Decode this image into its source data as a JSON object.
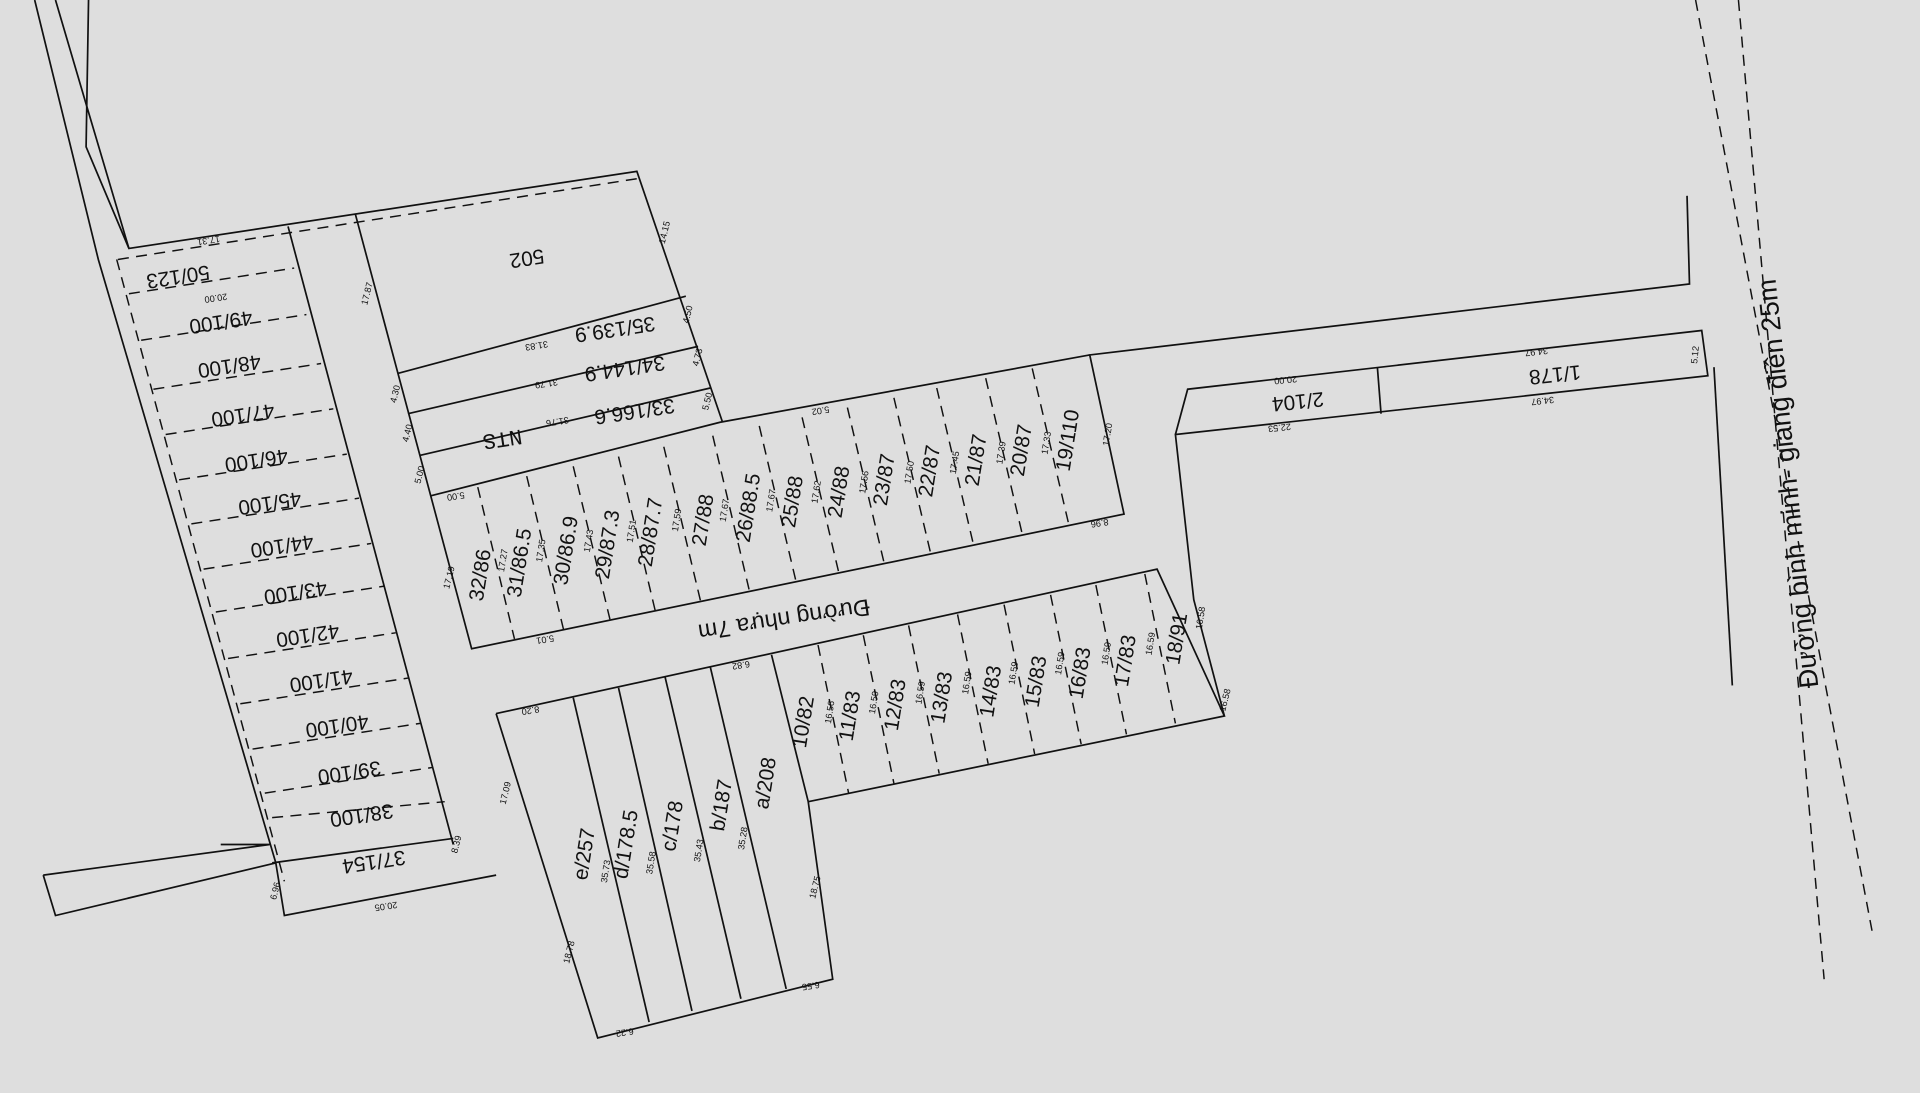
{
  "colors": {
    "background": "#dedede",
    "line": "#111111"
  },
  "left_column_lots": [
    "50/123",
    "49/100",
    "48/100",
    "47/100",
    "46/100",
    "45/100",
    "44/100",
    "43/100",
    "42/100",
    "41/100",
    "40/100",
    "39/100",
    "38/100",
    "37/154"
  ],
  "upper_block": {
    "lot_502": "502",
    "lots": [
      "35/139.9",
      "34/144.9",
      "33/166.6"
    ],
    "nts_label": "NTS"
  },
  "top_row_lots": [
    "32/86",
    "31/86.5",
    "30/86.9",
    "29/87.3",
    "28/87.7",
    "27/88",
    "26/88.5",
    "25/88",
    "24/88",
    "23/87",
    "22/87",
    "21/87",
    "20/87",
    "19/110"
  ],
  "top_row_depths": [
    "17.27",
    "17.35",
    "17.43",
    "17.51",
    "17.59",
    "17.67",
    "17.67",
    "17.62",
    "17.56",
    "17.50",
    "17.45",
    "17.39",
    "17.33",
    "17.20"
  ],
  "road_label": "Đường nhựa 7m",
  "bottom_row_lots": [
    "10/82",
    "11/83",
    "12/83",
    "13/83",
    "14/83",
    "15/83",
    "16/83",
    "17/83",
    "18/91"
  ],
  "bottom_row_depths": [
    "16.56",
    "16.59",
    "16.59",
    "16.59",
    "16.59",
    "16.59",
    "16.59",
    "16.59",
    "16.58"
  ],
  "letter_lots": [
    "e/257",
    "d/178.5",
    "c/178",
    "b/187",
    "a/208"
  ],
  "letter_depths": [
    "35.73",
    "35.58",
    "35.43",
    "35.28"
  ],
  "right_strip_lots": [
    "2/104",
    "1/178"
  ],
  "main_road_label": "Đường bình minh- giang điền 25m",
  "dimensions": {
    "top_edge": "17.31",
    "lot_width": "20.00",
    "left_depth": "17.87",
    "right_depth": "14.15",
    "row_35": "31.83",
    "row_34": "31.79",
    "row_33": "31.76",
    "edge_450": "4.50",
    "edge_473": "4.73",
    "edge_550": "5.50",
    "edge_430": "4.30",
    "edge_440": "4.40",
    "edge_500": "5.00",
    "side_1719": "17.19",
    "side_1709": "17.09",
    "side_1878": "18.78",
    "side_1875": "18.75",
    "side_1658": "16.58",
    "strip_2": "20.00",
    "strip_1": "34.97",
    "strip_bottom_2": "22.53",
    "strip_bottom_1": "34.97",
    "strip_end": "5.12",
    "lot_37_width": "20.05",
    "lot_37_side": "8.39",
    "lot_37_left": "6.96",
    "front_501": "5.01",
    "front_500": "5.00",
    "front_502": "5.02",
    "front_820": "8.20",
    "front_682": "6.82",
    "front_896": "8.96",
    "front_655": "6.55",
    "front_622": "6.22"
  }
}
